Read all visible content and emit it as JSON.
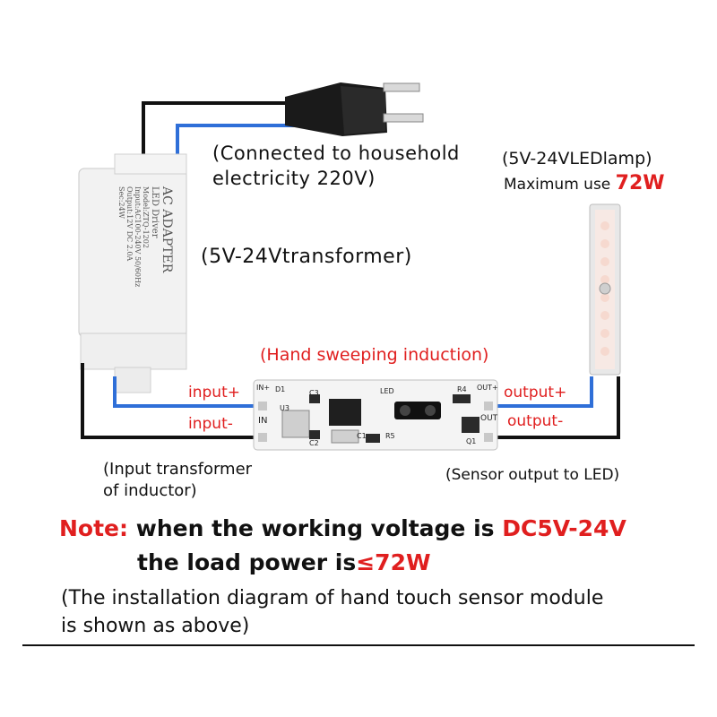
{
  "labels": {
    "mains": "(Connected to household\nelectricity 220V)",
    "lamp_title": "(5V-24VLEDlamp)",
    "lamp_max_prefix": "Maximum use",
    "lamp_max_value": "72W",
    "transformer": "(5V-24Vtransformer)",
    "sensor_title": "(Hand sweeping induction)",
    "input_plus": "input+",
    "input_minus": "input-",
    "output_plus": "output+",
    "output_minus": "output-",
    "input_note": "(Input transformer\nof inductor)",
    "sensor_output": "(Sensor output to LED)"
  },
  "adapter_print": {
    "title": "AC ADAPTER",
    "subtitle": "LED Driver",
    "model": "Model:ZTQ-1202",
    "input": "Input:AC100-240V 50/60Hz",
    "output": "Output:12V DC 2.0A",
    "sec": "Sec:24W"
  },
  "pcb": {
    "in_plus": "IN+",
    "in": "IN",
    "out_plus": "OUT+",
    "out": "OUT",
    "d1": "D1",
    "c3": "C3",
    "u3": "U3",
    "c2": "C2",
    "c1": "C1",
    "r5": "R5",
    "led": "LED",
    "r4": "R4",
    "q1": "Q1"
  },
  "note": {
    "prefix": "Note:",
    "line1_text": " when the working voltage is ",
    "line1_value": "DC5V-24V",
    "line2_text": "the load power is",
    "line2_value": "≤72W"
  },
  "footer": {
    "line1": "(The installation diagram of hand touch sensor module",
    "line2": " is shown as above)"
  },
  "colors": {
    "accent_red": "#e01f1f",
    "wire_blue": "#2f6fd8",
    "wire_black": "#111111",
    "pcb_white": "#f4f4f4"
  }
}
